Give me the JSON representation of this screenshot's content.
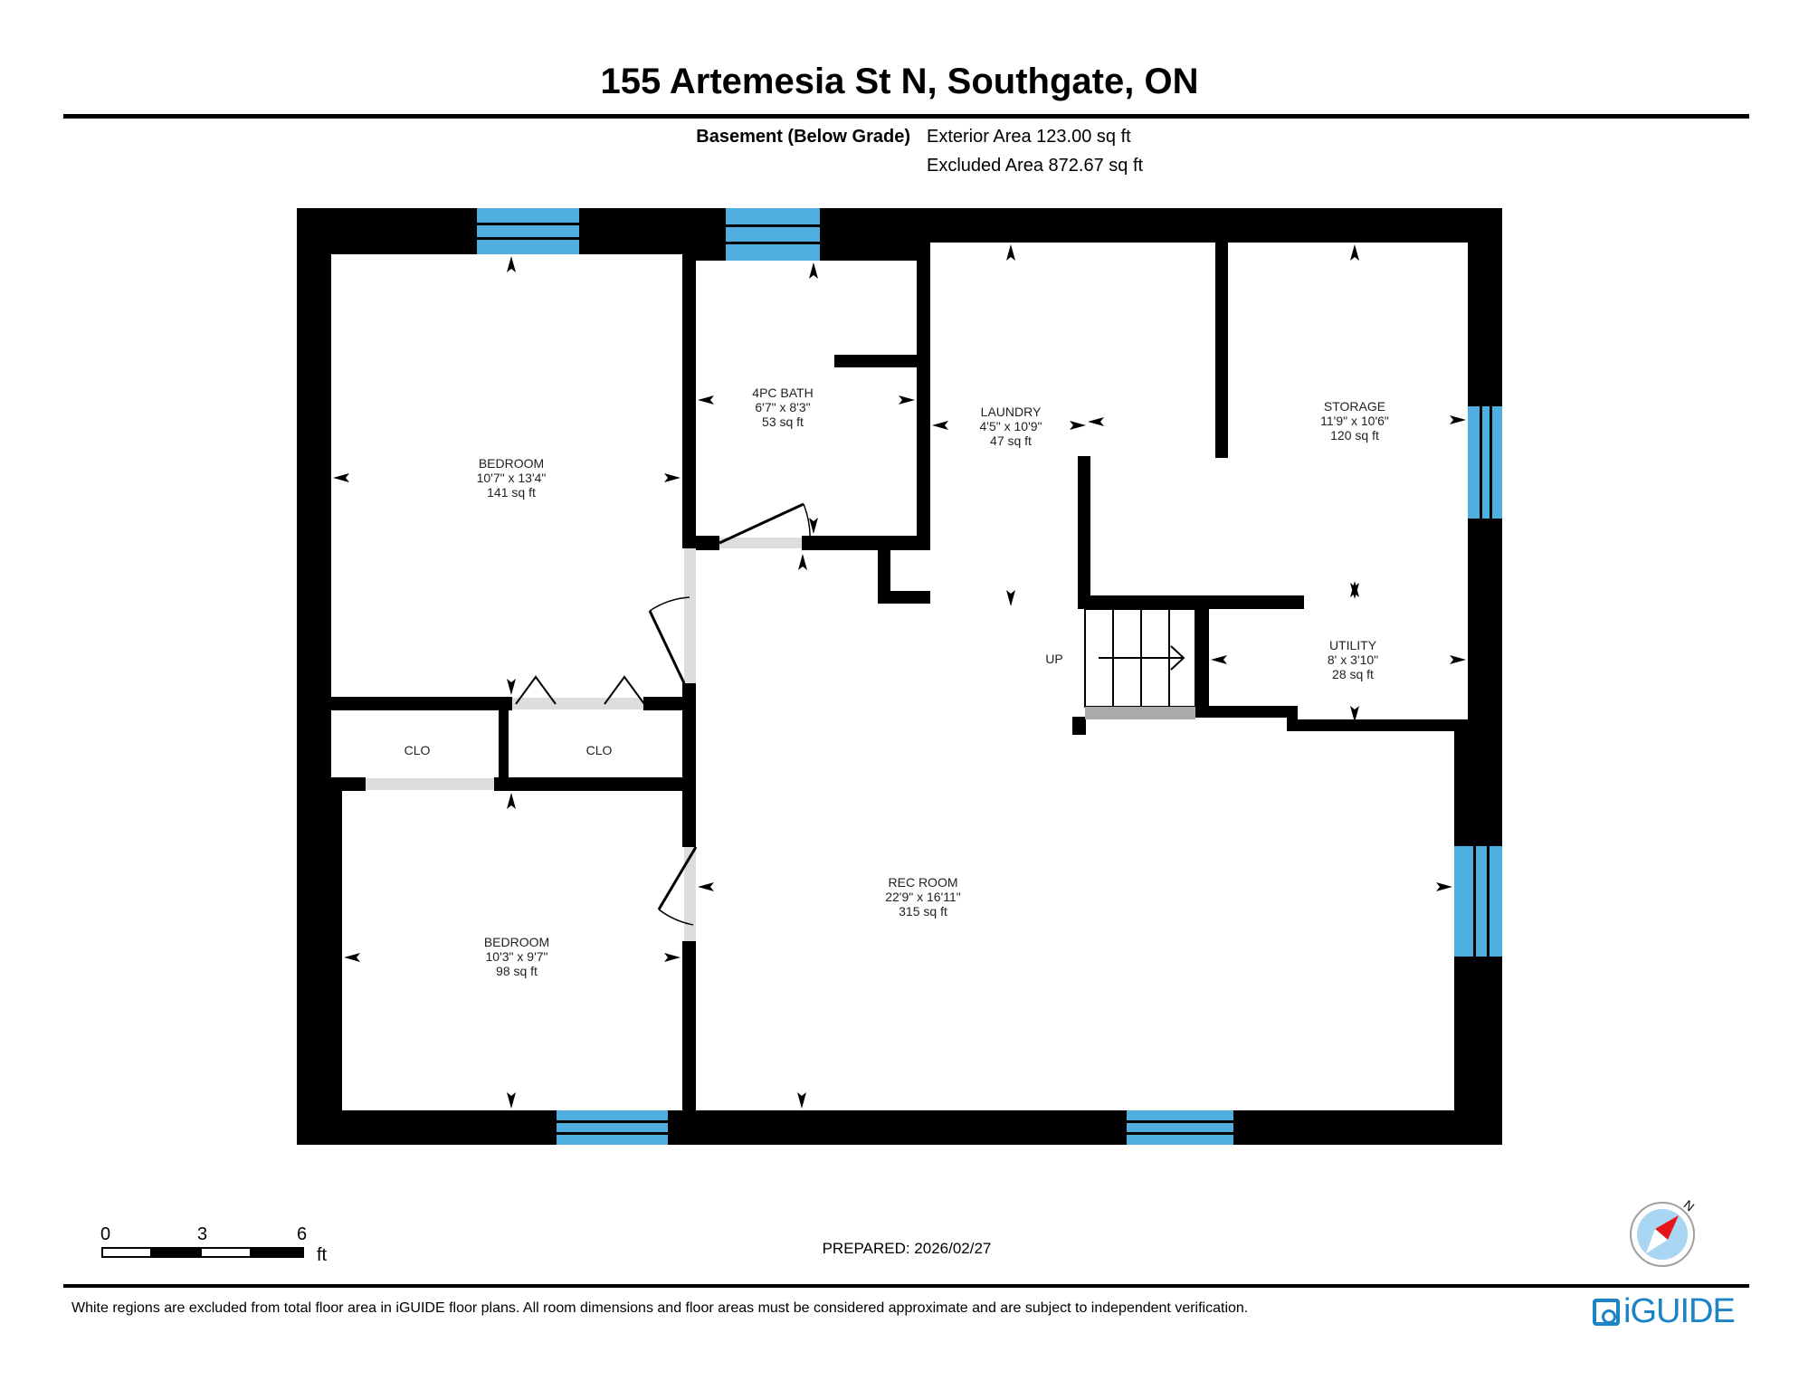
{
  "header": {
    "title": "155 Artemesia St N, Southgate, ON",
    "floor_label": "Basement (Below Grade)",
    "exterior_area": "Exterior Area 123.00 sq ft",
    "excluded_area": "Excluded Area 872.67 sq ft"
  },
  "rooms": [
    {
      "name": "BEDROOM",
      "dims": "10'7\" x 13'4\"",
      "area": "141 sq ft"
    },
    {
      "name": "4PC BATH",
      "dims": "6'7\" x 8'3\"",
      "area": "53 sq ft"
    },
    {
      "name": "LAUNDRY",
      "dims": "4'5\" x 10'9\"",
      "area": "47 sq ft"
    },
    {
      "name": "STORAGE",
      "dims": "11'9\" x 10'6\"",
      "area": "120 sq ft"
    },
    {
      "name": "UTILITY",
      "dims": "8' x 3'10\"",
      "area": "28 sq ft"
    },
    {
      "name": "REC ROOM",
      "dims": "22'9\" x 16'11\"",
      "area": "315 sq ft"
    },
    {
      "name": "BEDROOM",
      "dims": "10'3\" x 9'7\"",
      "area": "98 sq ft"
    },
    {
      "name": "CLO"
    },
    {
      "name": "CLO"
    }
  ],
  "stairs": {
    "label": "UP"
  },
  "scale_bar": {
    "ticks": [
      "0",
      "3",
      "6"
    ],
    "unit": "ft"
  },
  "prepared": "PREPARED: 2026/02/27",
  "compass": {
    "label": "N",
    "icon": "compass-icon"
  },
  "footer": {
    "disclaimer": "White regions are excluded from total floor area in iGUIDE floor plans. All room dimensions and floor areas must be considered approximate and are subject to independent verification.",
    "logo_text": "iGUIDE"
  },
  "colors": {
    "wall": "#000000",
    "window": "#4eaee0",
    "door_opening": "#dddddd",
    "stair_landing": "#aaaaaa",
    "compass_fill": "#a9d6f3",
    "compass_needle": "#e8141c",
    "brand": "#1a84c7"
  }
}
